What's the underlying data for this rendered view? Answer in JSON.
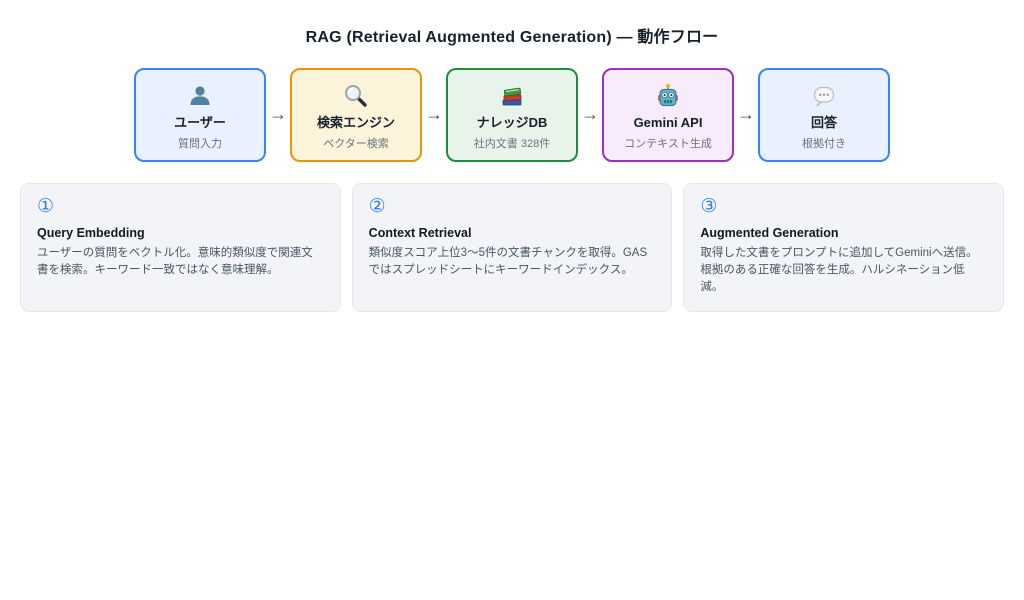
{
  "page": {
    "title": "RAG (Retrieval Augmented Generation) — 動作フロー"
  },
  "flow": {
    "arrow": "→",
    "nodes": [
      {
        "icon": "user-icon",
        "label": "ユーザー",
        "sublabel": "質問入力",
        "accent": "#3b82f6",
        "fill": "#e8f1fd"
      },
      {
        "icon": "search-icon",
        "label": "検索エンジン",
        "sublabel": "ベクター検索",
        "accent": "#e8930c",
        "fill": "#fcf4da"
      },
      {
        "icon": "books-icon",
        "label": "ナレッジDB",
        "sublabel": "社内文書 328件",
        "accent": "#1e8e3e",
        "fill": "#e8f4ea"
      },
      {
        "icon": "robot-icon",
        "label": "Gemini API",
        "sublabel": "コンテキスト生成",
        "accent": "#a32cc4",
        "fill": "#f7ebfc"
      },
      {
        "icon": "speech-icon",
        "label": "回答",
        "sublabel": "根拠付き",
        "accent": "#3b82f6",
        "fill": "#e8f1fd"
      }
    ]
  },
  "steps": [
    {
      "number": "①",
      "title": "Query Embedding",
      "body": "ユーザーの質問をベクトル化。意味的類似度で関連文書を検索。キーワード一致ではなく意味理解。"
    },
    {
      "number": "②",
      "title": "Context Retrieval",
      "body": "類似度スコア上位3〜5件の文書チャンクを取得。GASではスプレッドシートにキーワードインデックス。"
    },
    {
      "number": "③",
      "title": "Augmented Generation",
      "body": "取得した文書をプロンプトに追加してGeminiへ送信。根拠のある正確な回答を生成。ハルシネーション低減。"
    }
  ],
  "colors": {
    "step_number": "#2f80ed",
    "arrow": "#4a4f57",
    "card_background": "#f2f4f7",
    "body_text": "#4b5563"
  }
}
